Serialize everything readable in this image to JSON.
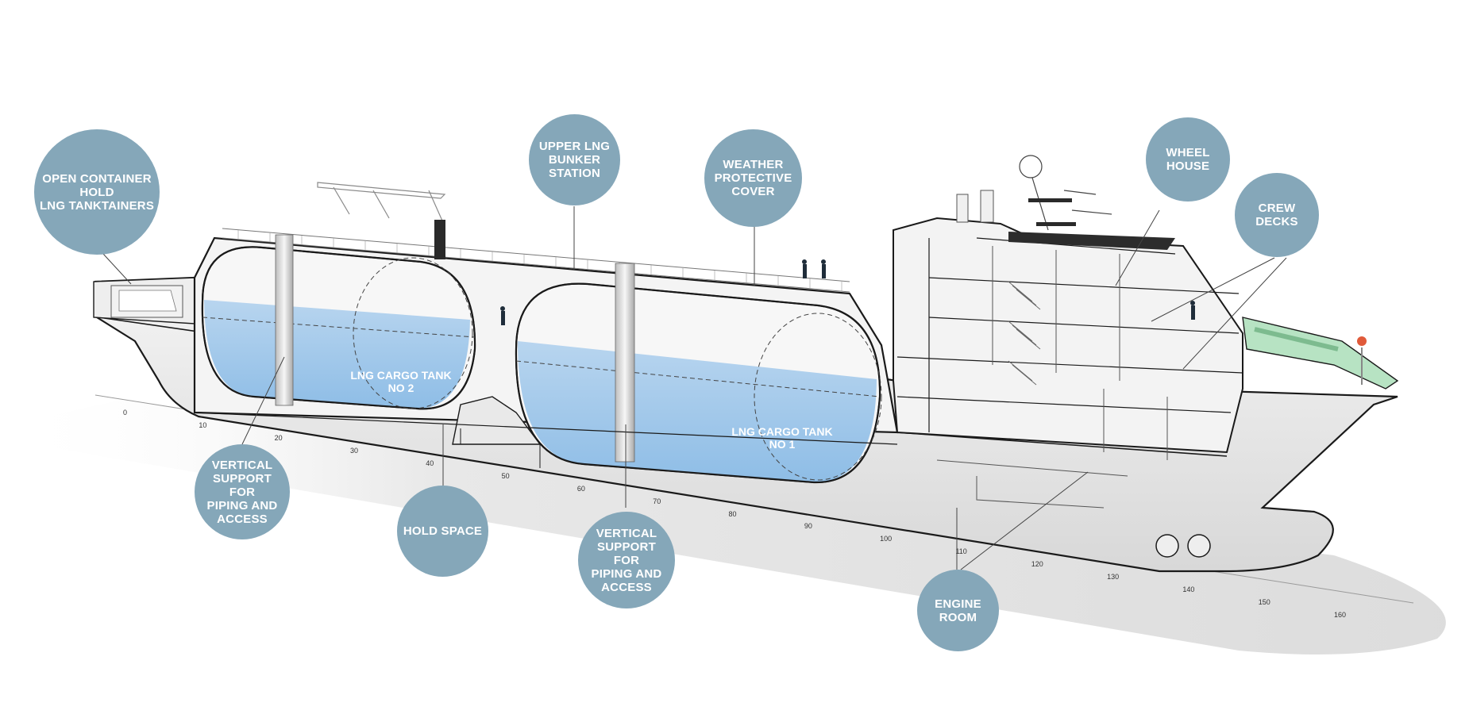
{
  "colors": {
    "bubble": "#85a7b9",
    "tank_water": "#9dc3e6",
    "hull_line": "#1a1a1a",
    "green_accent": "#8fd6a6",
    "beacon": "#e05a3a"
  },
  "callouts": [
    {
      "id": "open-container-hold",
      "text": "OPEN CONTAINER\nHOLD\nLNG TANKTAINERS"
    },
    {
      "id": "upper-lng-bunker-station",
      "text": "UPPER LNG\nBUNKER\nSTATION"
    },
    {
      "id": "weather-protective-cover",
      "text": "WEATHER\nPROTECTIVE\nCOVER"
    },
    {
      "id": "wheel-house",
      "text": "WHEEL\nHOUSE"
    },
    {
      "id": "crew-decks",
      "text": "CREW\nDECKS"
    },
    {
      "id": "vertical-support-aft",
      "text": "VERTICAL\nSUPPORT FOR\nPIPING AND\nACCESS"
    },
    {
      "id": "hold-space",
      "text": "HOLD SPACE"
    },
    {
      "id": "vertical-support-fwd",
      "text": "VERTICAL\nSUPPORT FOR\nPIPING AND\nACCESS"
    },
    {
      "id": "engine-room",
      "text": "ENGINE\nROOM"
    }
  ],
  "tanks": [
    {
      "id": "tank-2",
      "text": "LNG CARGO TANK\nNO 2"
    },
    {
      "id": "tank-1",
      "text": "LNG CARGO TANK\nNO 1"
    }
  ],
  "frame_scale": [
    "0",
    "10",
    "20",
    "30",
    "40",
    "50",
    "60",
    "70",
    "80",
    "90",
    "100",
    "110",
    "120",
    "130",
    "140",
    "150",
    "160"
  ]
}
